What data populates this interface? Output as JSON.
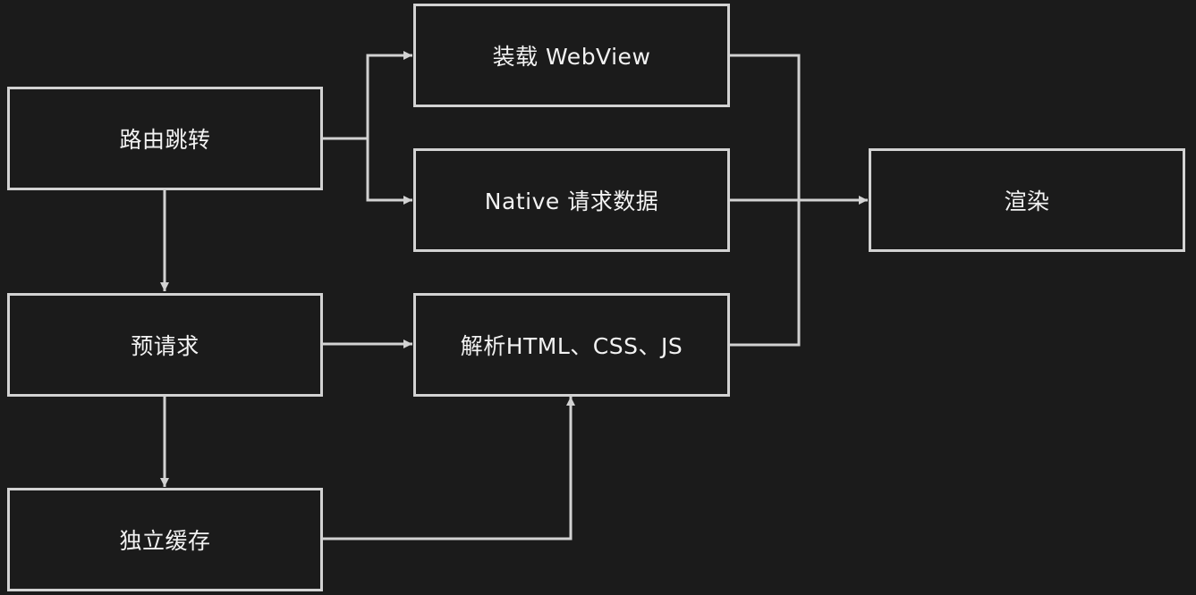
{
  "colors": {
    "background": "#1b1b1b",
    "stroke": "#d2d2d2",
    "text": "#f2f2f2"
  },
  "nodes": {
    "route": "路由跳转",
    "prefetch": "预请求",
    "cache": "独立缓存",
    "webview": "装载 WebView",
    "native": "Native 请求数据",
    "parse": "解析HTML、CSS、JS",
    "render": "渲染"
  },
  "edges": [
    {
      "from": "route",
      "to": "webview"
    },
    {
      "from": "route",
      "to": "native"
    },
    {
      "from": "route",
      "to": "prefetch"
    },
    {
      "from": "prefetch",
      "to": "parse"
    },
    {
      "from": "prefetch",
      "to": "cache"
    },
    {
      "from": "cache",
      "to": "parse"
    },
    {
      "from": "webview",
      "to": "render"
    },
    {
      "from": "native",
      "to": "render"
    },
    {
      "from": "parse",
      "to": "render"
    }
  ]
}
